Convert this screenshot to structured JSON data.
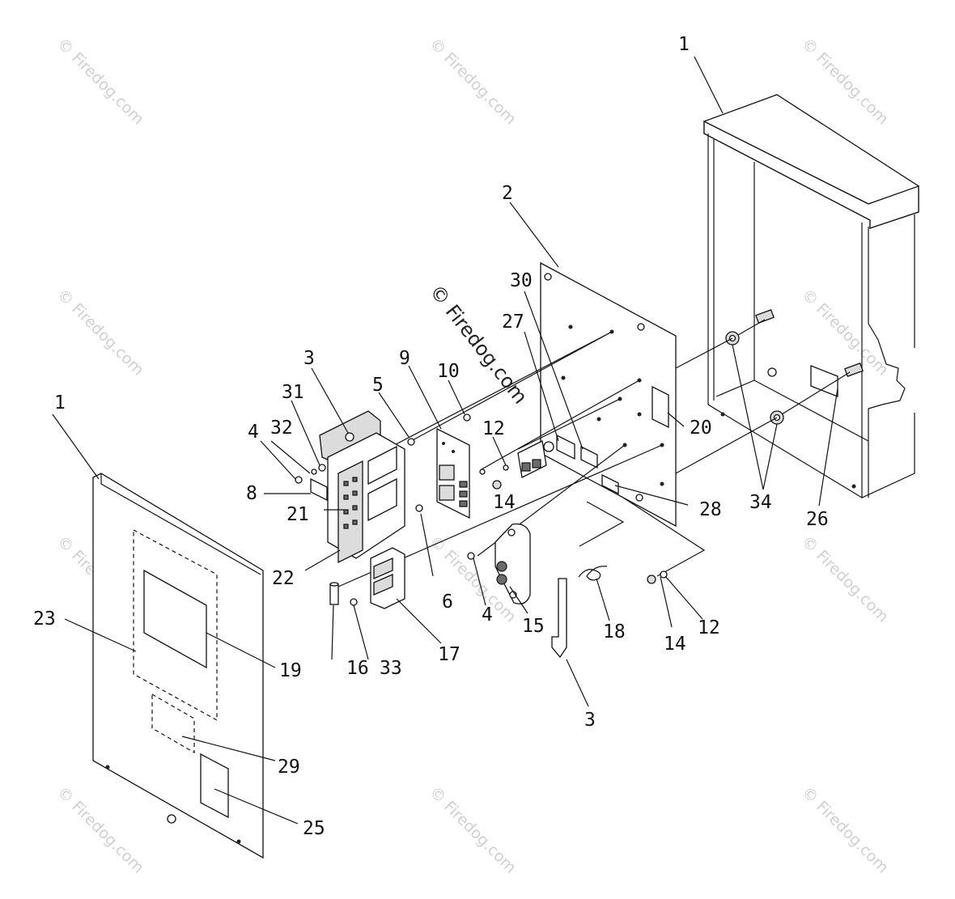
{
  "diagram": {
    "watermark": "© Firedog.com",
    "center_watermark": "© Firedog.com",
    "callouts": [
      "1",
      "1",
      "2",
      "3",
      "3",
      "4",
      "4",
      "5",
      "6",
      "8",
      "9",
      "10",
      "12",
      "12",
      "14",
      "14",
      "15",
      "16",
      "17",
      "18",
      "19",
      "20",
      "21",
      "22",
      "23",
      "25",
      "26",
      "27",
      "28",
      "29",
      "30",
      "31",
      "32",
      "33",
      "34"
    ]
  }
}
